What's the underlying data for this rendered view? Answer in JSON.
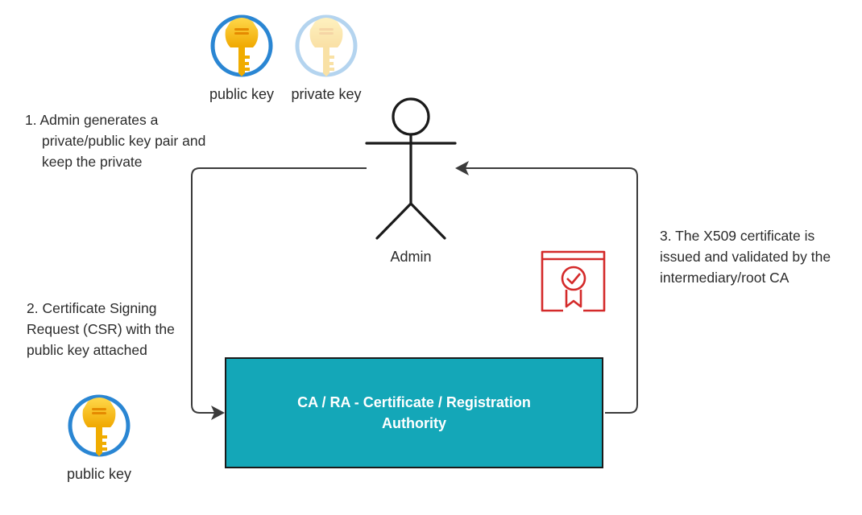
{
  "keys_top": {
    "public_label": "public key",
    "private_label": "private key"
  },
  "key_bottom": {
    "label": "public key"
  },
  "actor": {
    "label": "Admin"
  },
  "authority": {
    "label": "CA / RA - Certificate / Registration Authority"
  },
  "steps": {
    "step1": [
      "1. Admin generates a",
      "private/public key pair and",
      "keep the private"
    ],
    "step2": [
      "2. Certificate Signing",
      "Request (CSR) with the",
      "public key attached"
    ],
    "step3": [
      "3. The X509 certificate is",
      "issued and validated by the",
      "intermediary/root CA"
    ]
  },
  "icons": {
    "public_key": "key-icon",
    "private_key": "key-icon",
    "certificate": "certificate-icon",
    "admin": "stick-figure-icon"
  },
  "colors": {
    "authority_fill": "#14a7b8",
    "key_ring": "#2a86d3",
    "key_gold": "#f5b800",
    "certificate_red": "#d42a2a",
    "connector": "#3a3a3a"
  }
}
